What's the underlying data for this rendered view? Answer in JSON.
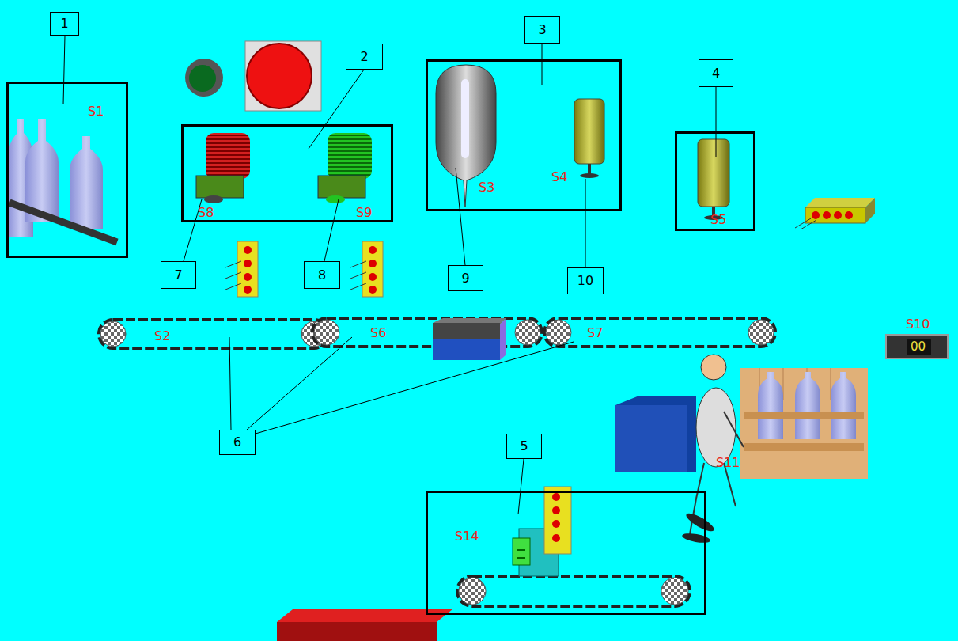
{
  "diagram": {
    "nodes": [
      {
        "text": [
          "S1"
        ]
      },
      {
        "text": [
          "S8",
          "S9"
        ]
      },
      {
        "text": [
          "S3",
          "S4"
        ]
      },
      {
        "text": [
          "S5"
        ]
      },
      {
        "text": [
          "S14"
        ]
      },
      {
        "text": [
          "1"
        ]
      },
      {
        "text": [
          "2"
        ]
      },
      {
        "text": [
          "3"
        ]
      },
      {
        "text": [
          "4"
        ]
      },
      {
        "text": [
          "5"
        ]
      },
      {
        "text": [
          "6"
        ]
      },
      {
        "text": [
          "7"
        ]
      },
      {
        "text": [
          "8"
        ]
      },
      {
        "text": [
          "9"
        ]
      },
      {
        "text": [
          "10"
        ]
      }
    ],
    "labels": [
      "S2",
      "S6",
      "S7",
      "S10",
      "00",
      "S11"
    ]
  }
}
